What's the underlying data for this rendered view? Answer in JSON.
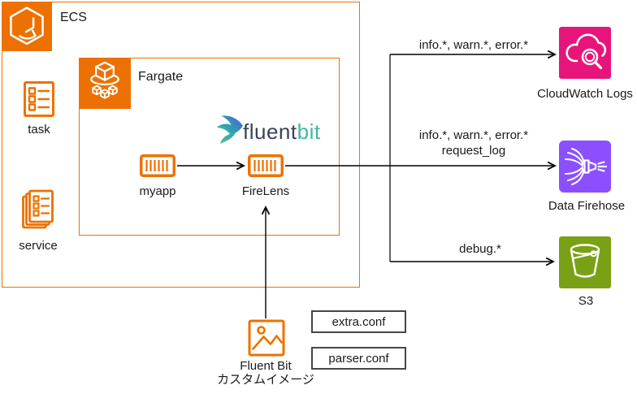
{
  "groups": {
    "ecs": "ECS",
    "fargate": "Fargate"
  },
  "nodes": {
    "task": "task",
    "service": "service",
    "myapp": "myapp",
    "firelens": "FireLens",
    "cloudwatch": "CloudWatch Logs",
    "firehose": "Data Firehose",
    "s3": "S3",
    "custom_image_line1": "Fluent Bit",
    "custom_image_line2": "カスタムイメージ"
  },
  "logo": {
    "fluent": "fluent",
    "bit": "bit"
  },
  "edge_labels": {
    "to_cloudwatch": "info.*, warn.*, error.*",
    "to_firehose_line1": "info.*, warn.*, error.*",
    "to_firehose_line2": "request_log",
    "to_s3": "debug.*"
  },
  "config_files": {
    "extra": "extra.conf",
    "parser": "parser.conf"
  },
  "icons": {
    "ecs": "ecs-hexagon-icon",
    "fargate": "fargate-cube-icon",
    "task": "task-list-icon",
    "service": "service-stack-icon",
    "myapp": "container-stripes-icon",
    "firelens": "container-stripes-icon",
    "cloudwatch": "cloudwatch-logs-magnifier-icon",
    "firehose": "firehose-nozzle-icon",
    "s3": "s3-bucket-icon",
    "custom_image": "image-picture-icon",
    "fluentbit": "hummingbird-logo-icon"
  },
  "colors": {
    "aws_orange": "#ED7100",
    "cloudwatch_pink": "#E7157B",
    "firehose_purple": "#8C4FFF",
    "s3_green": "#7AA116",
    "logo_fluent_dark": "#3A4158",
    "logo_bit_teal": "#3FB8A3",
    "connector_gray": "#666666",
    "arrow_black": "#000000"
  }
}
